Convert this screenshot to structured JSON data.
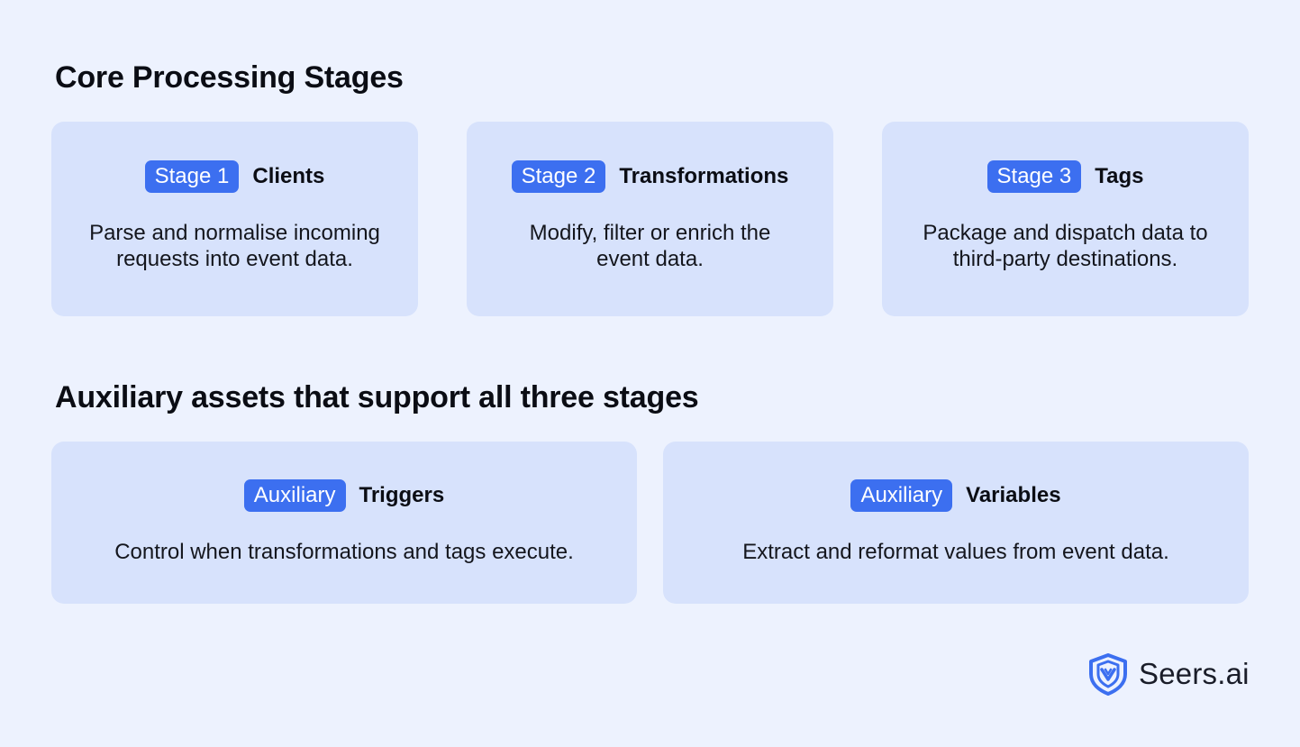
{
  "core": {
    "title": "Core Processing Stages",
    "cards": [
      {
        "badge": "Stage 1",
        "name": "Clients",
        "description": "Parse and normalise incoming requests into event data."
      },
      {
        "badge": "Stage 2",
        "name": "Transformations",
        "description": "Modify, filter or enrich the event data."
      },
      {
        "badge": "Stage 3",
        "name": "Tags",
        "description": "Package and dispatch data to third-party destinations."
      }
    ]
  },
  "auxiliary": {
    "title": "Auxiliary assets that support all three stages",
    "cards": [
      {
        "badge": "Auxiliary",
        "name": "Triggers",
        "description": "Control when transformations and tags execute."
      },
      {
        "badge": "Auxiliary",
        "name": "Variables",
        "description": "Extract and reformat values from event data."
      }
    ]
  },
  "brand": {
    "name": "Seers.ai",
    "icon": "shield-logo-icon"
  },
  "colors": {
    "background": "#edf2fe",
    "card": "#d7e2fc",
    "accent": "#3c6ff0",
    "text": "#0b0d14"
  }
}
